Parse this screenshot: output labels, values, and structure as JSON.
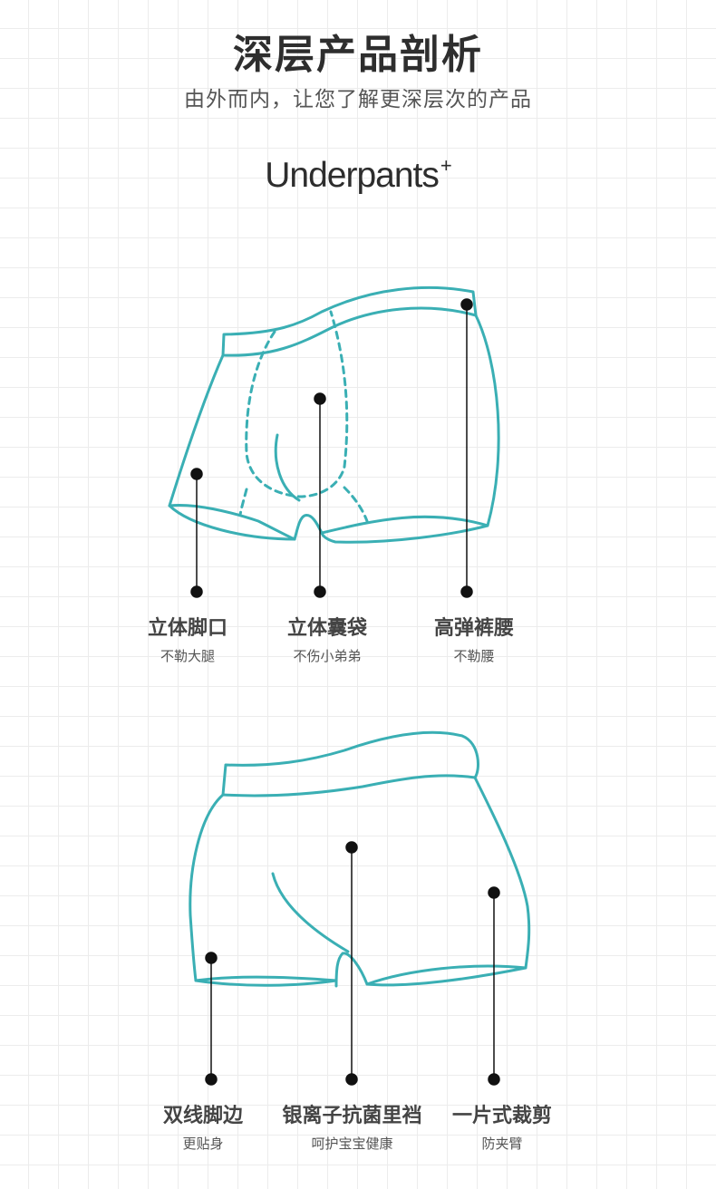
{
  "header": {
    "title": "深层产品剖析",
    "subtitle": "由外而内，让您了解更深层次的产品",
    "en_title": "Underpants",
    "en_title_mark": "+"
  },
  "colors": {
    "accent": "#3aafb4",
    "text_dark": "#333333",
    "grid": "#ececec"
  },
  "diagram_top": {
    "features": [
      {
        "title": "立体脚口",
        "sub": "不勒大腿"
      },
      {
        "title": "立体囊袋",
        "sub": "不伤小弟弟"
      },
      {
        "title": "高弹裤腰",
        "sub": "不勒腰"
      }
    ]
  },
  "diagram_bottom": {
    "features": [
      {
        "title": "双线脚边",
        "sub": "更贴身"
      },
      {
        "title": "银离子抗菌里裆",
        "sub": "呵护宝宝健康"
      },
      {
        "title": "一片式裁剪",
        "sub": "防夹臂"
      }
    ]
  }
}
